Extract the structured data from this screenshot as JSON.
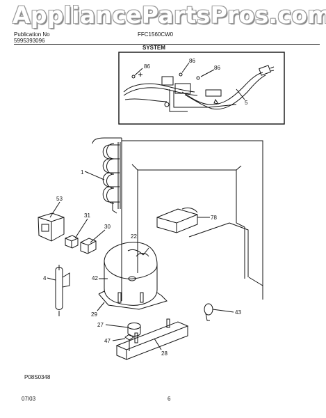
{
  "watermark": "AppliancePartsPros.com",
  "header": {
    "publication_label": "Publication No",
    "publication_number": "5995393096",
    "model": "FFC1560CW0",
    "section_title": "SYSTEM"
  },
  "callouts": [
    "86",
    "86",
    "86",
    "5",
    "1",
    "53",
    "31",
    "30",
    "78",
    "22",
    "42",
    "4",
    "29",
    "27",
    "47",
    "28",
    "43"
  ],
  "footer": {
    "figure_code": "P08S0348",
    "date": "07/03",
    "page_number": "6"
  }
}
